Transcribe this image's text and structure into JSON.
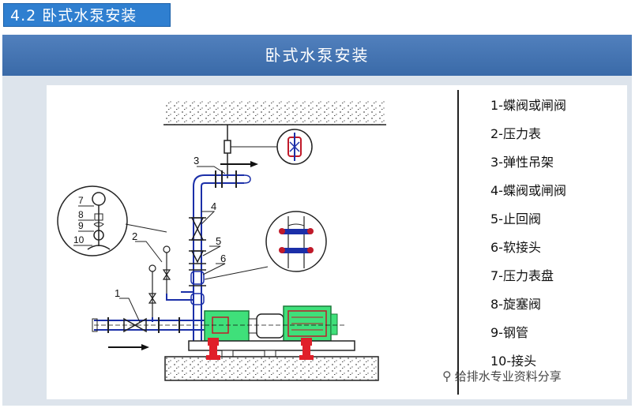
{
  "section_tag": "4.2 卧式水泵安装",
  "slide_title": "卧式水泵安装",
  "callouts": [
    "1",
    "2",
    "3",
    "4",
    "5",
    "6",
    "7",
    "8",
    "9",
    "10"
  ],
  "legend": [
    "1-蝶阀或闸阀",
    "2-压力表",
    "3-弹性吊架",
    "4-蝶阀或闸阀",
    "5-止回阀",
    "6-软接头",
    "7-压力表盘",
    "8-旋塞阀",
    "9-钢管",
    "10-接头"
  ],
  "watermark": "给排水专业资料分享",
  "colors": {
    "pipe": "#1b2fa8",
    "pump": "#3fe07a",
    "support": "#e0202a",
    "title_bar": "#4a78b5"
  }
}
